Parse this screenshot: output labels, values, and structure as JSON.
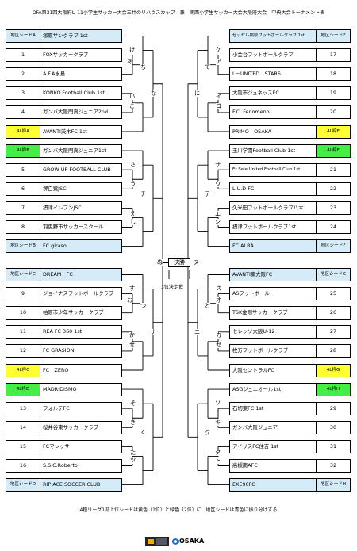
{
  "title": "OFA第31回大阪府U-11小学生サッカー大会三井のリハウスカップ　兼　関西小学生サッカー大会大阪府大会　中央大会トーナメント表",
  "left_rows": [
    {
      "label": "地区シードA",
      "team": "塚原サンクラブ 1st",
      "style": "seed"
    },
    {
      "label": "1",
      "team": "FOXサッカークラブ",
      "style": ""
    },
    {
      "label": "2",
      "team": "A.F.A水島",
      "style": ""
    },
    {
      "label": "3",
      "team": "KONKO.Football Club 1st",
      "style": ""
    },
    {
      "label": "4",
      "team": "ガンバ大阪門真ジュニア2nd",
      "style": ""
    },
    {
      "label": "4L枠A",
      "team": "AVANTI茨木FC 1st",
      "style": "yellow"
    },
    {
      "label": "4L枠B",
      "team": "ガンバ大阪門真ジュニア1st",
      "style": "green"
    },
    {
      "label": "5",
      "team": "GROW UP FOOTBALL CLUB",
      "style": ""
    },
    {
      "label": "6",
      "team": "堺白鷺JSC",
      "style": ""
    },
    {
      "label": "7",
      "team": "摂津イレブンJSC",
      "style": ""
    },
    {
      "label": "8",
      "team": "羽曳野市サッカースクール",
      "style": ""
    },
    {
      "label": "地区シードB",
      "team": "FC glrasol",
      "style": "seed"
    },
    {
      "label": "地区シードC",
      "team": "DREAM　FC",
      "style": "seed"
    },
    {
      "label": "9",
      "team": "ジョイナスフットボールクラブ",
      "style": ""
    },
    {
      "label": "10",
      "team": "柏原市少年サッカークラブ",
      "style": ""
    },
    {
      "label": "11",
      "team": "REA FC 360 1st",
      "style": ""
    },
    {
      "label": "12",
      "team": "FC GRASION",
      "style": ""
    },
    {
      "label": "4L枠C",
      "team": "FC　ZERO",
      "style": "yellow"
    },
    {
      "label": "4L枠D",
      "team": "MADRIDISMO",
      "style": "green"
    },
    {
      "label": "13",
      "team": "フォルテFC",
      "style": ""
    },
    {
      "label": "14",
      "team": "桜井谷東サッカークラブ",
      "style": ""
    },
    {
      "label": "15",
      "team": "FCマレッサ",
      "style": ""
    },
    {
      "label": "16",
      "team": "S.S.C.Roberto",
      "style": ""
    },
    {
      "label": "地区シードD",
      "team": "RIP ACE SOCCER CLUB",
      "style": "seed"
    }
  ],
  "right_rows": [
    {
      "label": "地区シードE",
      "team": "ゼッセル熊取フットボールクラブ 1st",
      "style": "seed",
      "small": true
    },
    {
      "label": "17",
      "team": "小金台フットボールクラブ",
      "style": ""
    },
    {
      "label": "18",
      "team": "L－UNITED　STARS",
      "style": ""
    },
    {
      "label": "19",
      "team": "大阪市ジュネッスFC",
      "style": ""
    },
    {
      "label": "20",
      "team": "F.C. Fenomeno",
      "style": ""
    },
    {
      "label": "4L枠E",
      "team": "PRIMO　OSAKA",
      "style": "yellow"
    },
    {
      "label": "4L枠F",
      "team": "玉川学園Football Club 1st",
      "style": "green"
    },
    {
      "label": "21",
      "team": "Er Sele United Football Club 1st",
      "style": "",
      "small": true
    },
    {
      "label": "22",
      "team": "L.U.D FC",
      "style": ""
    },
    {
      "label": "23",
      "team": "久米田フットボールクラブ八木",
      "style": ""
    },
    {
      "label": "24",
      "team": "摂津フットボールクラブ1st",
      "style": ""
    },
    {
      "label": "地区シードF",
      "team": "FC.ALBA",
      "style": "seed"
    },
    {
      "label": "地区シードG",
      "team": "AVANTI東大阪FC",
      "style": "seed"
    },
    {
      "label": "25",
      "team": "ASフットボール",
      "style": ""
    },
    {
      "label": "26",
      "team": "TSK金剛サッカークラブ",
      "style": ""
    },
    {
      "label": "27",
      "team": "セレッソ大阪U-12",
      "style": ""
    },
    {
      "label": "28",
      "team": "枚方フットボールクラブ",
      "style": ""
    },
    {
      "label": "4L枠G",
      "team": "大阪セントラルFC",
      "style": "yellow"
    },
    {
      "label": "4L枠H",
      "team": "ASGジュニオール1st",
      "style": "green"
    },
    {
      "label": "29",
      "team": "石切東FC 1st",
      "style": ""
    },
    {
      "label": "30",
      "team": "ガンバ大阪ジュニア",
      "style": ""
    },
    {
      "label": "31",
      "team": "アイリスFC住吉 1st",
      "style": ""
    },
    {
      "label": "32",
      "team": "高槻南AFC",
      "style": ""
    },
    {
      "label": "地区シードH",
      "team": "EXE90FC",
      "style": "seed"
    }
  ],
  "kana_left": [
    "け",
    "あ",
    "い",
    "こ",
    "ち",
    "な",
    "さ",
    "う",
    "チ",
    "え",
    "し",
    "ぬ",
    "す",
    "お",
    "か",
    "せ",
    "つ",
    "ナ",
    "そ",
    "き",
    "く",
    "た",
    "ツ"
  ],
  "kana_right": [
    "ケ",
    "ア",
    "イ",
    "コ",
    "て",
    "に",
    "サ",
    "ウ",
    "テ",
    "エ",
    "シ",
    "ヌ",
    "ス",
    "オ",
    "カ",
    "セ",
    "と",
    "ニ",
    "ソ",
    "キ",
    "ク",
    "タ",
    "ト"
  ],
  "final_label": "決勝",
  "final_left": "ぬ",
  "final_right": "ヌ",
  "third_place": "3位決定戦",
  "note": "4種リーグ1部上位シードは黄色（1位）と緑色（2位）に、地区シードは青色に振り分けする",
  "logo_text": "OSAKA"
}
